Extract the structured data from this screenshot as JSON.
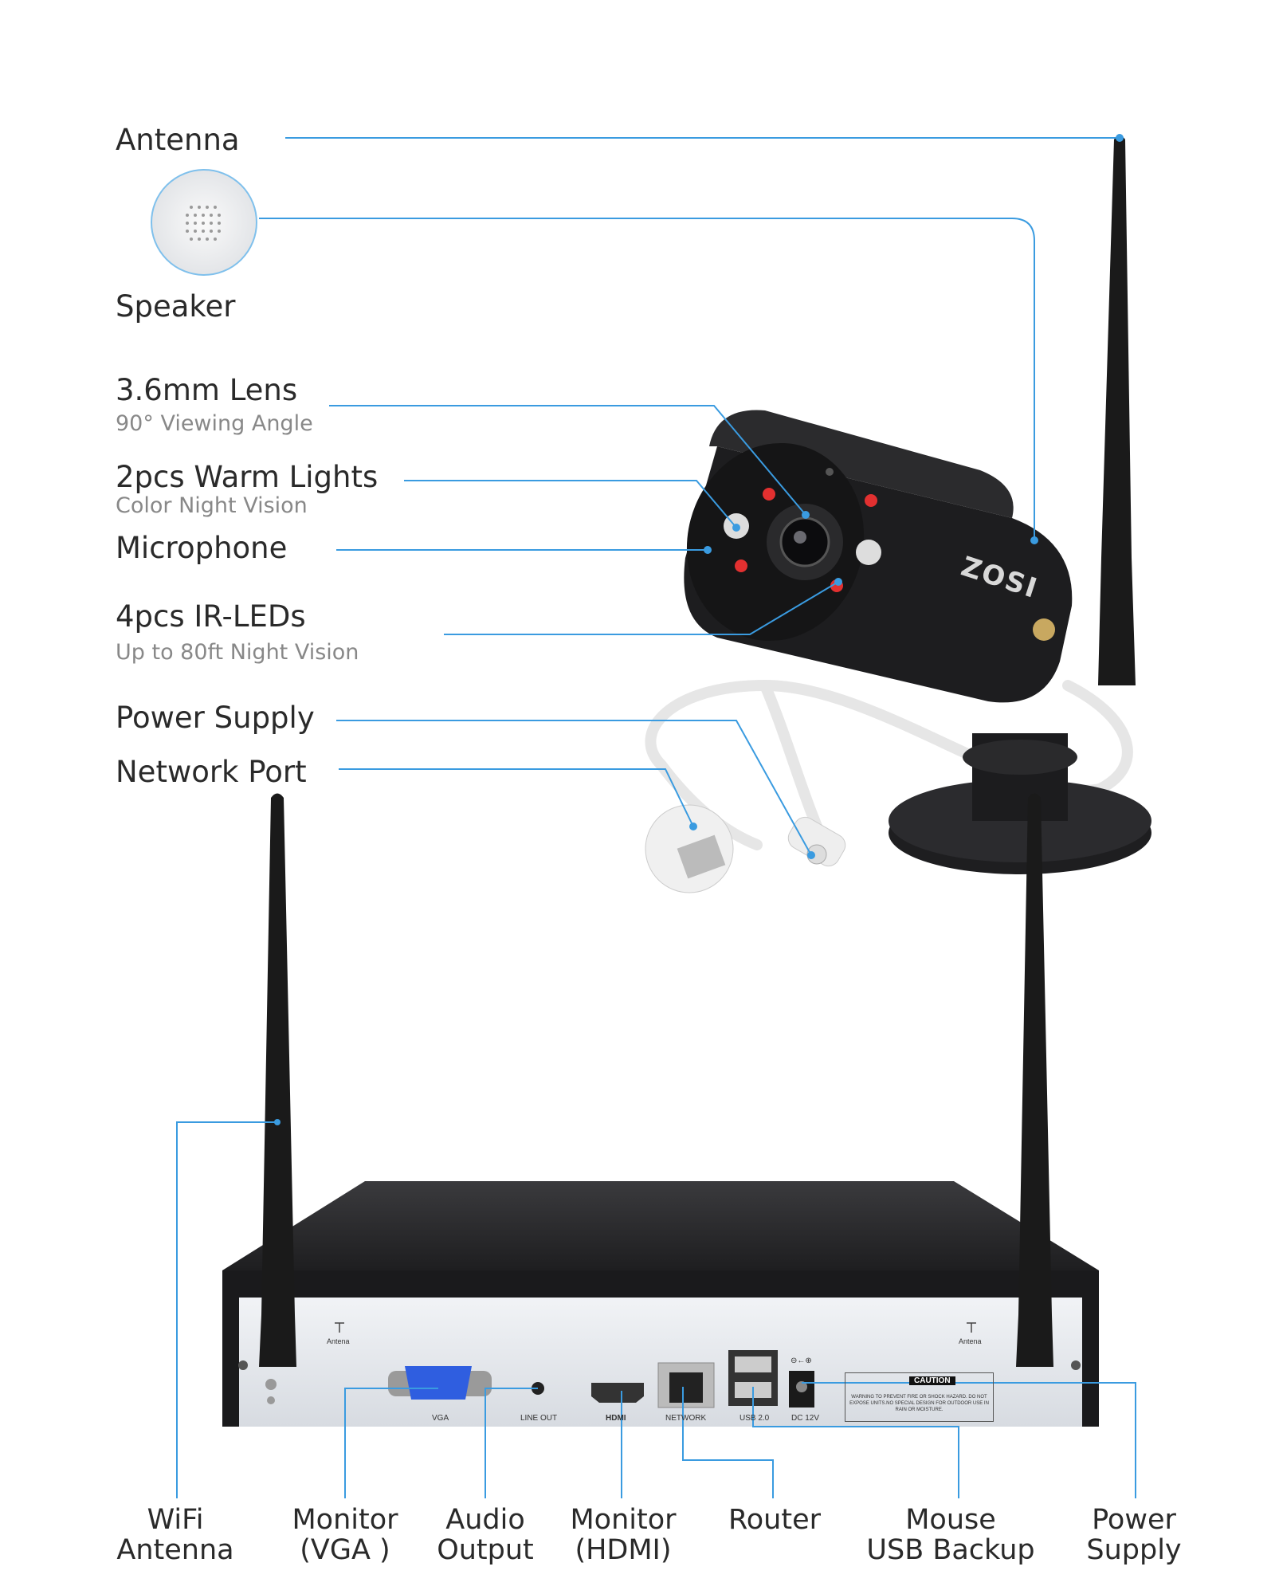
{
  "callouts": {
    "antenna": "Antenna",
    "speaker": "Speaker",
    "lens": {
      "title": "3.6mm Lens",
      "subtitle": "90° Viewing Angle"
    },
    "warm_lights": {
      "title": "2pcs Warm Lights",
      "subtitle": "Color Night Vision"
    },
    "microphone": "Microphone",
    "ir_leds": {
      "title": "4pcs IR-LEDs",
      "subtitle": "Up to 80ft Night Vision"
    },
    "power_supply": "Power Supply",
    "network_port": "Network Port"
  },
  "camera": {
    "brand": "ZOSI"
  },
  "nvr": {
    "ports": {
      "antenna_left": "Antena",
      "antenna_right": "Antena",
      "vga": "VGA",
      "line_out": "LINE OUT",
      "hdmi": "HDMI",
      "network": "NETWORK",
      "usb": "USB 2.0",
      "dc": "DC 12V",
      "polarity": "⊖←⊕"
    },
    "caution": {
      "title": "CAUTION",
      "warning": "WARNING TO PREVENT FIRE OR SHOCK HAZARD. DO NOT EXPOSE UNITS.NO SPECIAL DESIGN FOR OUTDOOR USE IN RAIN OR MOISTURE."
    }
  },
  "bottom_labels": [
    {
      "line1": "WiFi",
      "line2": "Antenna"
    },
    {
      "line1": "Monitor",
      "line2": "(VGA )"
    },
    {
      "line1": "Audio",
      "line2": "Output"
    },
    {
      "line1": "Monitor",
      "line2": "(HDMI)"
    },
    {
      "line1": "Router",
      "line2": ""
    },
    {
      "line1": "Mouse",
      "line2": "USB Backup"
    },
    {
      "line1": "Power",
      "line2": "Supply"
    }
  ],
  "colors": {
    "callout_line": "#3a9be0",
    "device": "#1c1c1e",
    "panel": "#e2e5ea",
    "vga_port": "#2f5ee0"
  }
}
